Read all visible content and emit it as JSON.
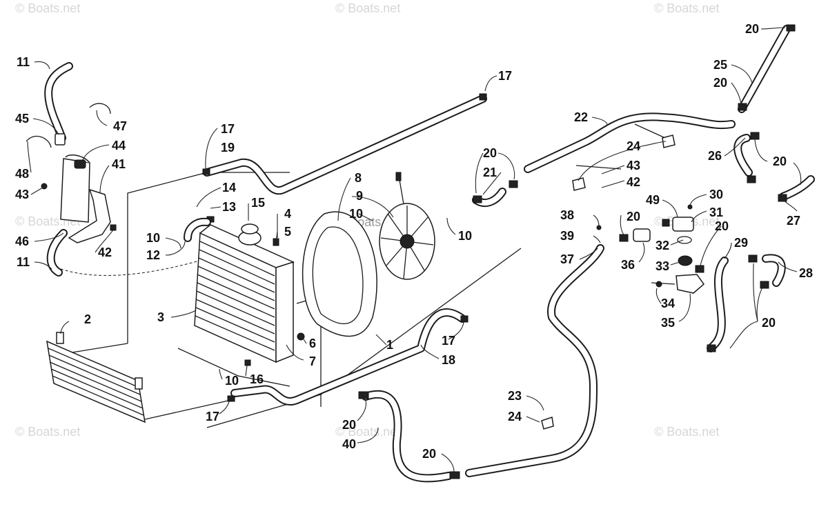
{
  "watermark": "© Boats.net",
  "callouts": [
    {
      "id": "c11a",
      "text": "11"
    },
    {
      "id": "c45",
      "text": "45"
    },
    {
      "id": "c47",
      "text": "47"
    },
    {
      "id": "c44",
      "text": "44"
    },
    {
      "id": "c48",
      "text": "48"
    },
    {
      "id": "c41",
      "text": "41"
    },
    {
      "id": "c43a",
      "text": "43"
    },
    {
      "id": "c46",
      "text": "46"
    },
    {
      "id": "c42a",
      "text": "42"
    },
    {
      "id": "c11b",
      "text": "11"
    },
    {
      "id": "c2",
      "text": "2"
    },
    {
      "id": "c17a",
      "text": "17"
    },
    {
      "id": "c19",
      "text": "19"
    },
    {
      "id": "c14",
      "text": "14"
    },
    {
      "id": "c13",
      "text": "13"
    },
    {
      "id": "c15",
      "text": "15"
    },
    {
      "id": "c4",
      "text": "4"
    },
    {
      "id": "c5",
      "text": "5"
    },
    {
      "id": "c10a",
      "text": "10"
    },
    {
      "id": "c12",
      "text": "12"
    },
    {
      "id": "c3",
      "text": "3"
    },
    {
      "id": "c6",
      "text": "6"
    },
    {
      "id": "c7",
      "text": "7"
    },
    {
      "id": "c10b",
      "text": "10"
    },
    {
      "id": "c16",
      "text": "16"
    },
    {
      "id": "c17b",
      "text": "17"
    },
    {
      "id": "c8",
      "text": "8"
    },
    {
      "id": "c9",
      "text": "9"
    },
    {
      "id": "c10c",
      "text": "10"
    },
    {
      "id": "c10d",
      "text": "10"
    },
    {
      "id": "c17c",
      "text": "17"
    },
    {
      "id": "c1",
      "text": "1"
    },
    {
      "id": "c17d",
      "text": "17"
    },
    {
      "id": "c18",
      "text": "18"
    },
    {
      "id": "c20a",
      "text": "20"
    },
    {
      "id": "c40",
      "text": "40"
    },
    {
      "id": "c20b",
      "text": "20"
    },
    {
      "id": "c23",
      "text": "23"
    },
    {
      "id": "c24a",
      "text": "24"
    },
    {
      "id": "c20c",
      "text": "20"
    },
    {
      "id": "c21",
      "text": "21"
    },
    {
      "id": "c22",
      "text": "22"
    },
    {
      "id": "c24b",
      "text": "24"
    },
    {
      "id": "c43b",
      "text": "43"
    },
    {
      "id": "c42b",
      "text": "42"
    },
    {
      "id": "c20d",
      "text": "20"
    },
    {
      "id": "c25",
      "text": "25"
    },
    {
      "id": "c20e",
      "text": "20"
    },
    {
      "id": "c26",
      "text": "26"
    },
    {
      "id": "c20f",
      "text": "20"
    },
    {
      "id": "c27",
      "text": "27"
    },
    {
      "id": "c30",
      "text": "30"
    },
    {
      "id": "c31",
      "text": "31"
    },
    {
      "id": "c49",
      "text": "49"
    },
    {
      "id": "c38",
      "text": "38"
    },
    {
      "id": "c39",
      "text": "39"
    },
    {
      "id": "c20g",
      "text": "20"
    },
    {
      "id": "c20h",
      "text": "20"
    },
    {
      "id": "c32",
      "text": "32"
    },
    {
      "id": "c29",
      "text": "29"
    },
    {
      "id": "c37",
      "text": "37"
    },
    {
      "id": "c36",
      "text": "36"
    },
    {
      "id": "c33",
      "text": "33"
    },
    {
      "id": "c28",
      "text": "28"
    },
    {
      "id": "c34",
      "text": "34"
    },
    {
      "id": "c35",
      "text": "35"
    },
    {
      "id": "c20i",
      "text": "20"
    }
  ]
}
